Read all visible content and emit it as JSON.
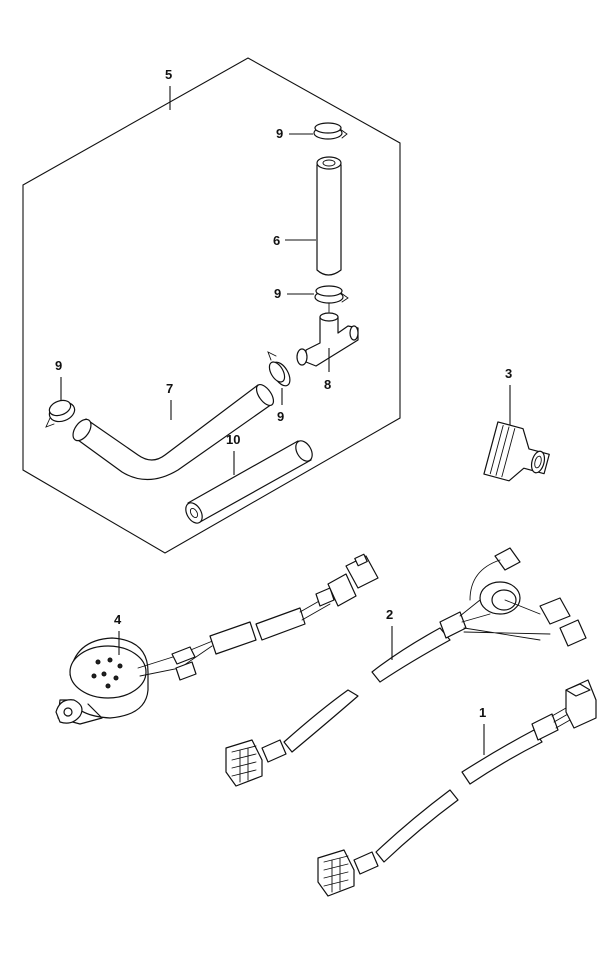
{
  "callouts": {
    "c1": "1",
    "c2": "2",
    "c3": "3",
    "c4": "4",
    "c5": "5",
    "c6": "6",
    "c7": "7",
    "c8": "8",
    "c9a": "9",
    "c9b": "9",
    "c9c": "9",
    "c9d": "9",
    "c10": "10"
  }
}
